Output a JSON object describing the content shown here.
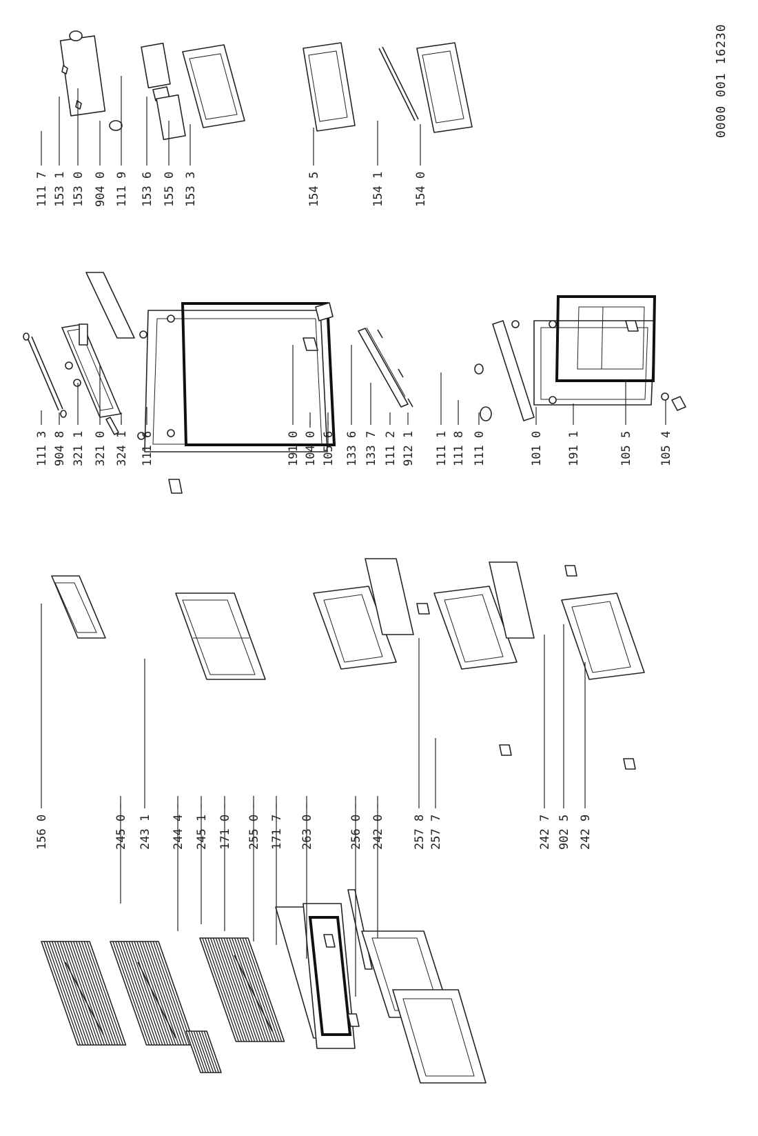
{
  "document_number": "0000 001 16230",
  "groups": {
    "right_column": [
      "111 7",
      "153 1",
      "153 0",
      "904 0",
      "111 9",
      "153 6",
      "155 0",
      "153 3"
    ],
    "right_bins": [
      "154 5",
      "154 1",
      "154 0"
    ],
    "middle_upper": [
      "111 3",
      "904 8",
      "321 1",
      "321 0",
      "324 1",
      "111 6"
    ],
    "middle_lower": [
      "191 0",
      "104 0",
      "105 6",
      "133 6",
      "133 7",
      "111 2",
      "912 1",
      "111 1",
      "111 8",
      "111 0",
      "101 0",
      "191 1",
      "105 5",
      "105 4"
    ],
    "left_upper": [
      "156 0",
      "245 0",
      "243 1",
      "244 4",
      "245 1",
      "171 0",
      "255 0",
      "171 7",
      "263 0",
      "256 0",
      "242 0",
      "257 8",
      "257 7"
    ],
    "left_lower": [
      "242 7",
      "902 5",
      "242 9"
    ]
  }
}
